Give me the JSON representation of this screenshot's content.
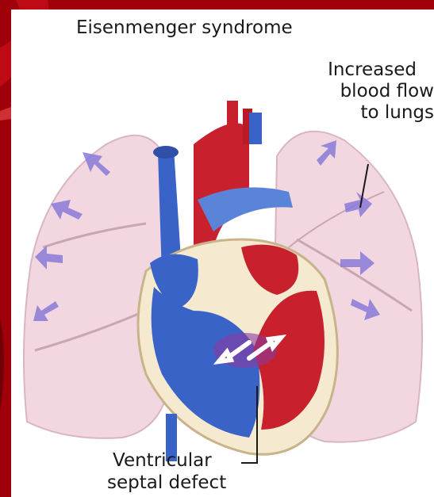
{
  "title": "Eisenmenger syndrome",
  "callout_flow": {
    "line1": "Increased",
    "line2": "blood flow",
    "line3": "to lungs"
  },
  "callout_defect": {
    "line1": "Ventricular",
    "line2": "septal defect"
  },
  "colors": {
    "frame_red": "#b0000c",
    "lung_pink": "#f2d7e0",
    "oxygenated_red": "#c8202c",
    "deoxygenated_blue": "#3a63c8",
    "flow_arrow": "#8a7ad8"
  }
}
